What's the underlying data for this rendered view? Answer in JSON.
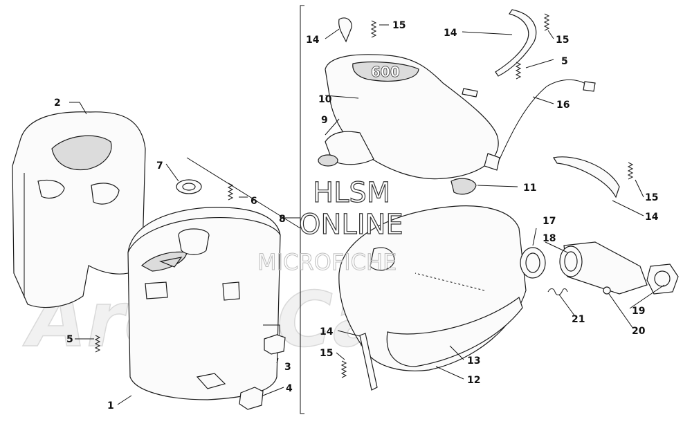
{
  "diagram": {
    "callouts": [
      {
        "id": "c1",
        "label": "1"
      },
      {
        "id": "c2",
        "label": "2"
      },
      {
        "id": "c3",
        "label": "3"
      },
      {
        "id": "c4",
        "label": "4"
      },
      {
        "id": "c5a",
        "label": "5"
      },
      {
        "id": "c5b",
        "label": "5"
      },
      {
        "id": "c6",
        "label": "6"
      },
      {
        "id": "c7",
        "label": "7"
      },
      {
        "id": "c8",
        "label": "8"
      },
      {
        "id": "c9",
        "label": "9"
      },
      {
        "id": "c10",
        "label": "10"
      },
      {
        "id": "c11",
        "label": "11"
      },
      {
        "id": "c12",
        "label": "12"
      },
      {
        "id": "c13",
        "label": "13"
      },
      {
        "id": "c14a",
        "label": "14"
      },
      {
        "id": "c14b",
        "label": "14"
      },
      {
        "id": "c14c",
        "label": "14"
      },
      {
        "id": "c14d",
        "label": "14"
      },
      {
        "id": "c15a",
        "label": "15"
      },
      {
        "id": "c15b",
        "label": "15"
      },
      {
        "id": "c15c",
        "label": "15"
      },
      {
        "id": "c15d",
        "label": "15"
      },
      {
        "id": "c16",
        "label": "16"
      },
      {
        "id": "c17",
        "label": "17"
      },
      {
        "id": "c18",
        "label": "18"
      },
      {
        "id": "c19",
        "label": "19"
      },
      {
        "id": "c20",
        "label": "20"
      },
      {
        "id": "c21",
        "label": "21"
      }
    ],
    "part_marking": "600",
    "watermark": {
      "line1": "HLSM",
      "line2": "ONLINE",
      "line3": "MICROFICHE",
      "background_brand": "ArcticCat"
    }
  }
}
